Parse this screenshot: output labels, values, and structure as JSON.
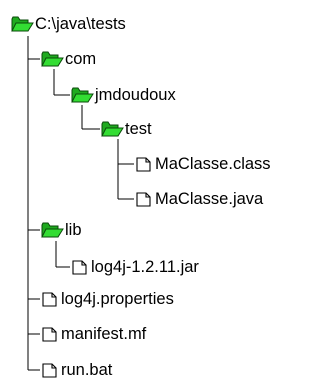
{
  "tree": {
    "root": "C:\\java\\tests",
    "com": "com",
    "jmdoudoux": "jmdoudoux",
    "test": "test",
    "maclasse_class": "MaClasse.class",
    "maclasse_java": "MaClasse.java",
    "lib": "lib",
    "log4j_jar": "log4j-1.2.11.jar",
    "log4j_properties": "log4j.properties",
    "manifest": "manifest.mf",
    "run_bat": "run.bat"
  },
  "icons": {
    "folder": "folder-open-icon",
    "file": "file-icon"
  },
  "colors": {
    "folder_fill": "#22cc22",
    "folder_stroke": "#0a4a0a",
    "line": "#000000"
  }
}
